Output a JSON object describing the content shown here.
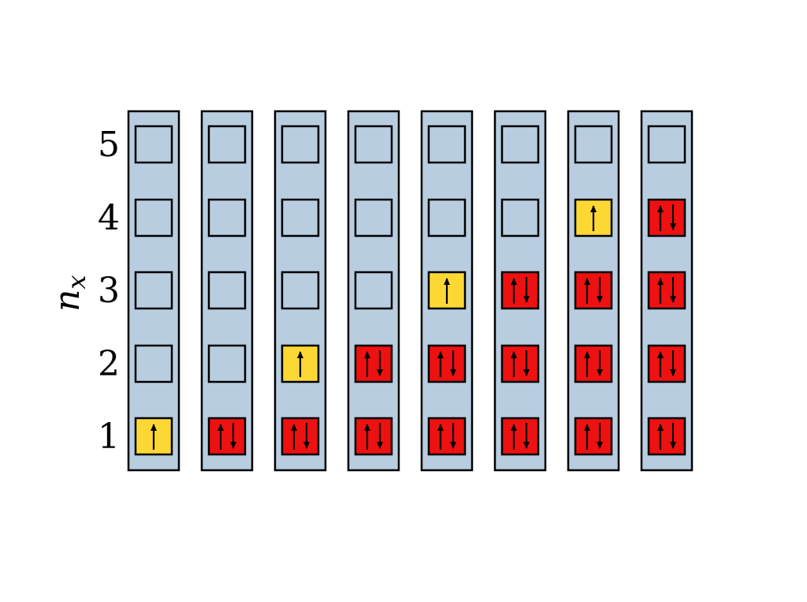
{
  "diagram": {
    "y_axis_label": "n",
    "y_axis_label_subscript": "x",
    "levels": [
      "1",
      "2",
      "3",
      "4",
      "5"
    ],
    "columns": [
      [
        "up",
        "empty",
        "empty",
        "empty",
        "empty"
      ],
      [
        "pair",
        "empty",
        "empty",
        "empty",
        "empty"
      ],
      [
        "pair",
        "up",
        "empty",
        "empty",
        "empty"
      ],
      [
        "pair",
        "pair",
        "empty",
        "empty",
        "empty"
      ],
      [
        "pair",
        "pair",
        "up",
        "empty",
        "empty"
      ],
      [
        "pair",
        "pair",
        "pair",
        "empty",
        "empty"
      ],
      [
        "pair",
        "pair",
        "pair",
        "up",
        "empty"
      ],
      [
        "pair",
        "pair",
        "pair",
        "pair",
        "empty"
      ]
    ],
    "colors": {
      "column_fill": "#b8cde0",
      "empty_fill": "#b8cde0",
      "single_fill": "#fdd835",
      "pair_fill": "#ee1111",
      "outline": "#000000"
    },
    "icons": {
      "single": "spin-up-arrow-icon",
      "pair": "spin-up-down-arrows-icon"
    }
  }
}
